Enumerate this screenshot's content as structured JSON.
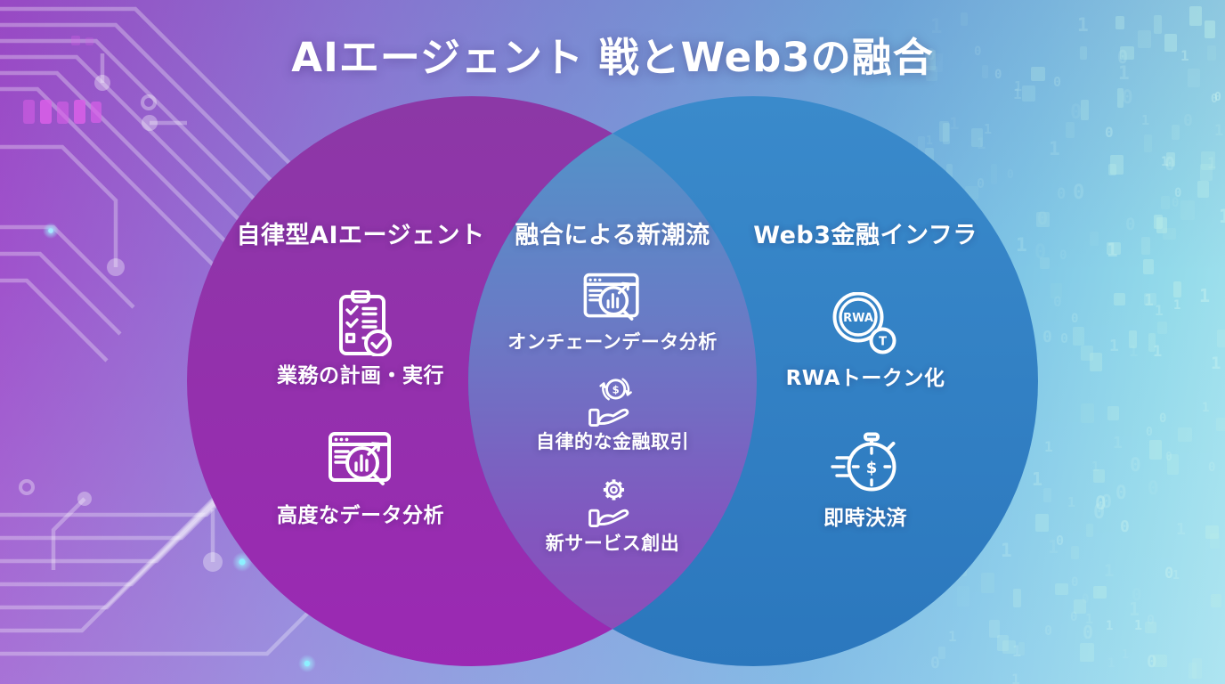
{
  "title": "AIエージェント 戦とWeb3の融合",
  "venn": {
    "left": {
      "header": "自律型AIエージェント",
      "items": [
        {
          "icon": "clipboard-check-icon",
          "label": "業務の計画・実行"
        },
        {
          "icon": "data-analysis-icon",
          "label": "高度なデータ分析"
        }
      ]
    },
    "center": {
      "header": "融合による新潮流",
      "items": [
        {
          "icon": "data-analysis-icon",
          "label": "オンチェーンデータ分析"
        },
        {
          "icon": "hand-coin-icon",
          "label": "自律的な金融取引"
        },
        {
          "icon": "hand-gear-icon",
          "label": "新サービス創出"
        }
      ]
    },
    "right": {
      "header": "Web3金融インフラ",
      "items": [
        {
          "icon": "rwa-token-icon",
          "label": "RWAトークン化"
        },
        {
          "icon": "stopwatch-dollar-icon",
          "label": "即時決済"
        }
      ]
    }
  },
  "icon_texts": {
    "rwa": "RWA",
    "token_t": "T",
    "dollar": "$"
  },
  "colors": {
    "left_circle": "#9230ae",
    "right_circle": "#2f80c3",
    "overlap_top": "#4e97c9",
    "overlap_bottom": "#8e4bb8",
    "background_left": "#a14ecb",
    "background_right": "#a5e4ee",
    "circuit_line": "rgba(255,255,255,0.30)",
    "pad_pink": "#d95fe8",
    "binary_glyph": "#cdf5f0",
    "text": "#ffffff"
  },
  "background": {
    "binary_digits": "01"
  }
}
